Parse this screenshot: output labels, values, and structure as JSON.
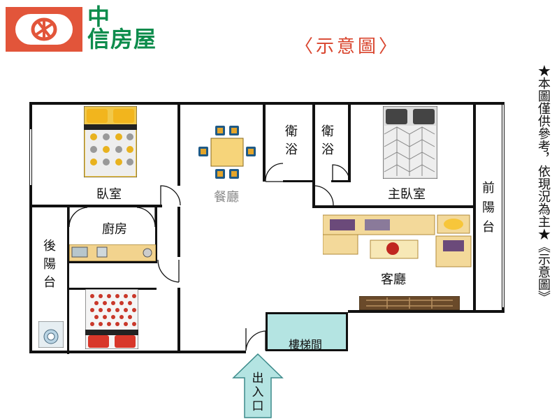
{
  "header": {
    "logo_line1": "中",
    "logo_line2": "信房屋",
    "title": "〈示意圖〉"
  },
  "side_note": "★本圖僅供參考，依現況為主★《示意圖》",
  "rooms": {
    "bedroom": "臥室",
    "dining": "餐廳",
    "bath_left": "衛浴",
    "bath_right": "衛浴",
    "master_bedroom": "主臥室",
    "front_balcony": "前陽台",
    "kitchen": "廚房",
    "rear_balcony": "後陽台",
    "living_room": "客廳",
    "stairwell": "樓梯間",
    "entrance": "出入口"
  },
  "colors": {
    "logo_red": "#e2553a",
    "logo_green": "#0d8c4c",
    "title_red": "#d9452e",
    "stair_fill": "#b4e4e2",
    "entrance_arrow": "#b4e4e2"
  }
}
